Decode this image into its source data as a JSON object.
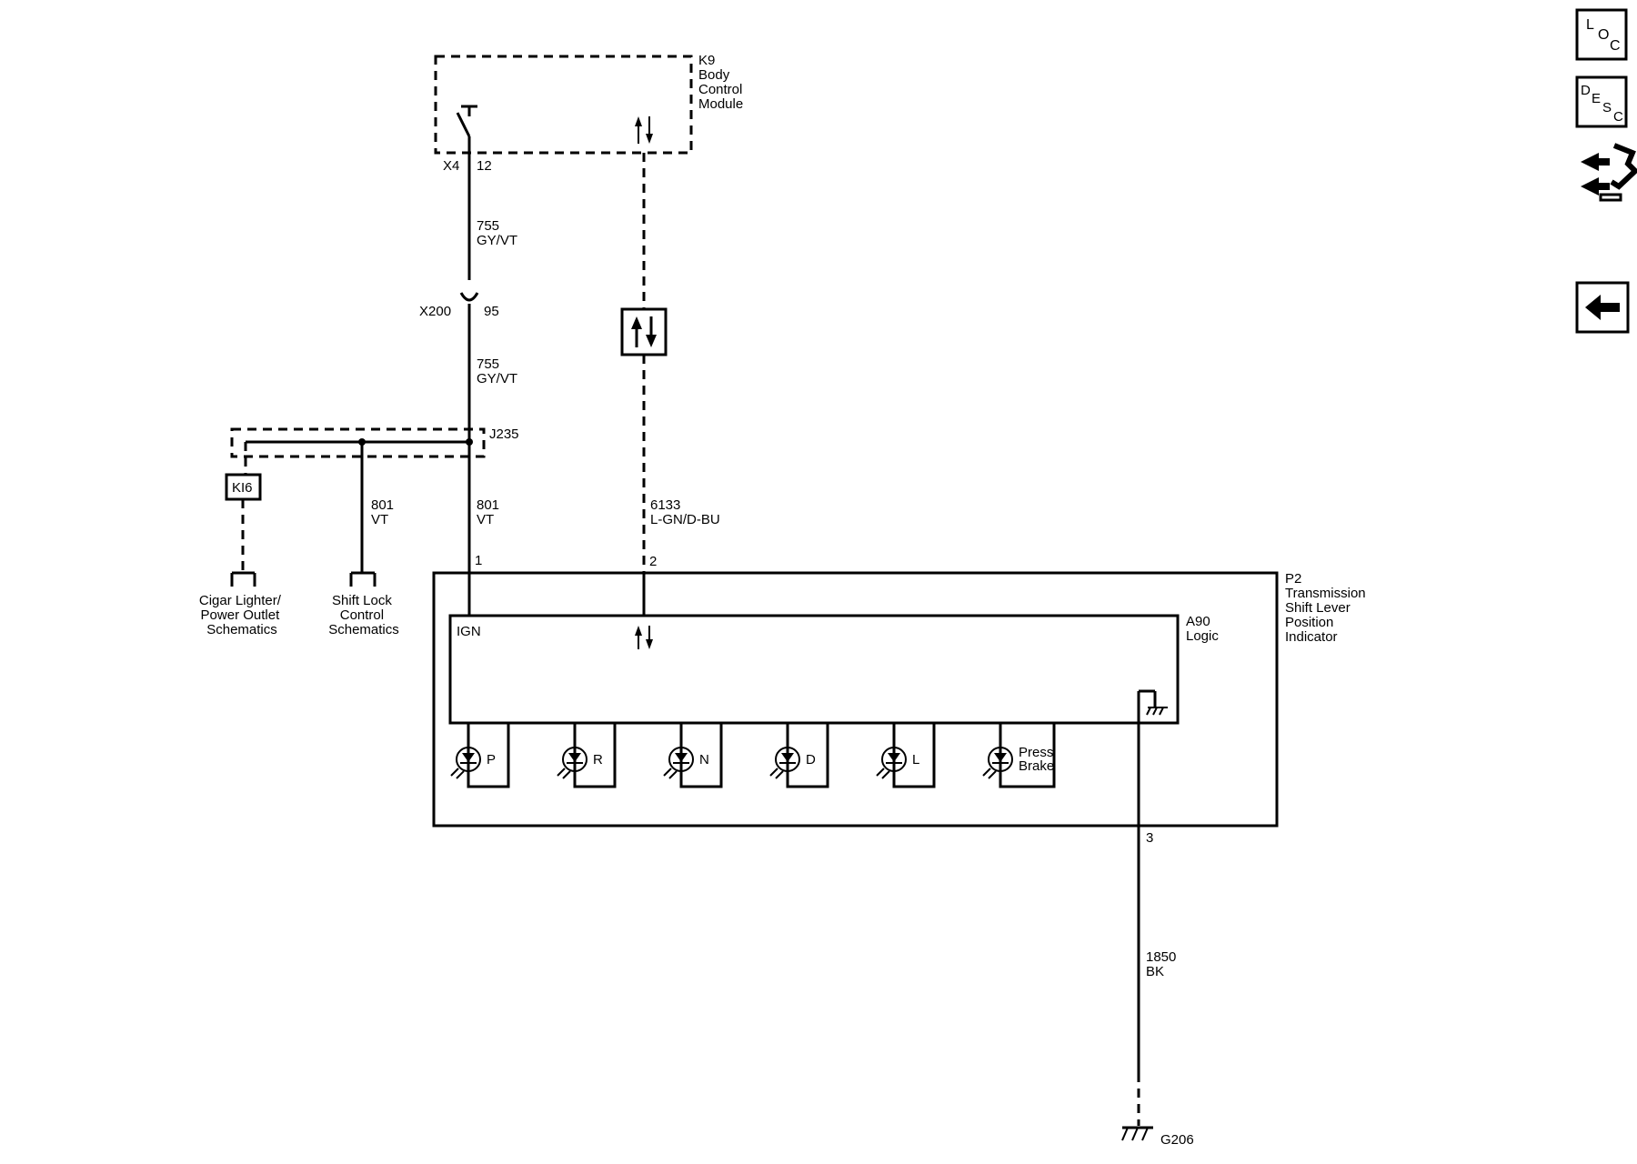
{
  "modules": {
    "k9": {
      "lines": [
        "K9",
        "Body",
        "Control",
        "Module"
      ]
    },
    "p2": {
      "lines": [
        "P2",
        "Transmission",
        "Shift Lever",
        "Position",
        "Indicator"
      ]
    },
    "a90": {
      "lines": [
        "A90",
        "Logic"
      ]
    },
    "ign": "IGN"
  },
  "connectors": {
    "x4": "X4",
    "x4_pin": "12",
    "x200": "X200",
    "x200_pin": "95",
    "j235": "J235",
    "ki6": "KI6",
    "p2_pin1": "1",
    "p2_pin2": "2",
    "p2_pin3": "3",
    "ground": "G206"
  },
  "wires": {
    "w755_upper": {
      "circuit": "755",
      "color": "GY/VT"
    },
    "w755_lower": {
      "circuit": "755",
      "color": "GY/VT"
    },
    "w801_left": {
      "circuit": "801",
      "color": "VT"
    },
    "w801_right": {
      "circuit": "801",
      "color": "VT"
    },
    "w6133": {
      "circuit": "6133",
      "color": "L-GN/D-BU"
    },
    "w1850": {
      "circuit": "1850",
      "color": "BK"
    }
  },
  "references": {
    "cigar": [
      "Cigar Lighter/",
      "Power Outlet",
      "Schematics"
    ],
    "shiftlock": [
      "Shift Lock",
      "Control",
      "Schematics"
    ]
  },
  "leds": [
    "P",
    "R",
    "N",
    "D",
    "L"
  ],
  "led_press_brake": [
    "Press",
    "Brake"
  ],
  "nav": {
    "loc": [
      "L",
      "O",
      "C"
    ],
    "desc": [
      "D",
      "E",
      "S",
      "C"
    ]
  }
}
